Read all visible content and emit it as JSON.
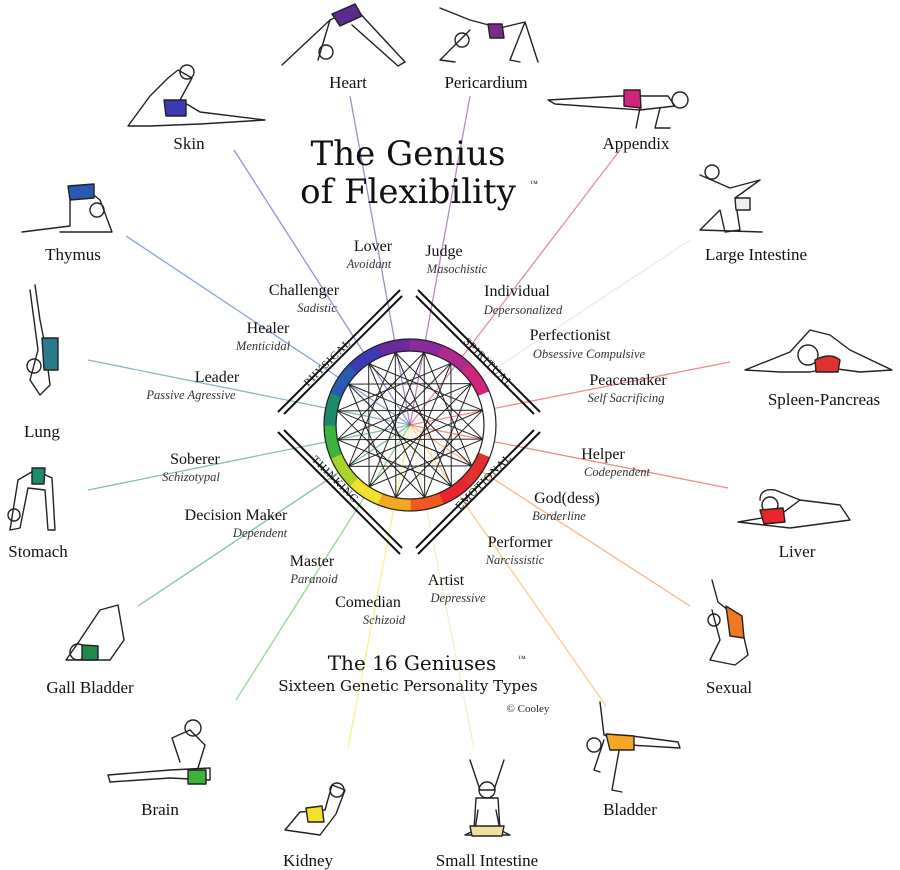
{
  "title": {
    "line1": "The Genius",
    "line2": "of Flexibility",
    "tm": "™"
  },
  "subtitle": {
    "line1": "The 16 Geniuses",
    "tm": "™",
    "line2": "Sixteen Genetic Personality Types",
    "copyright": "© Cooley"
  },
  "quadrants": {
    "physical": "PHYSICAL",
    "spiritual": "SPIRITUAL",
    "thinking": "THINKING",
    "emotional": "EMOTIONAL"
  },
  "organs": [
    {
      "label": "Heart",
      "color": "#5b2a8c"
    },
    {
      "label": "Pericardium",
      "color": "#7a2b8c"
    },
    {
      "label": "Appendix",
      "color": "#d4237a"
    },
    {
      "label": "Large Intestine",
      "color": "#e8e8e8"
    },
    {
      "label": "Spleen-Pancreas",
      "color": "#e03030"
    },
    {
      "label": "Liver",
      "color": "#e8242c"
    },
    {
      "label": "Sexual",
      "color": "#f07a22"
    },
    {
      "label": "Bladder",
      "color": "#f5a623"
    },
    {
      "label": "Small Intestine",
      "color": "#f0e0a0"
    },
    {
      "label": "Kidney",
      "color": "#f2e22a"
    },
    {
      "label": "Brain",
      "color": "#3cb43c"
    },
    {
      "label": "Gall Bladder",
      "color": "#1f8a4a"
    },
    {
      "label": "Stomach",
      "color": "#1f8a6a"
    },
    {
      "label": "Lung",
      "color": "#2a7a8c"
    },
    {
      "label": "Thymus",
      "color": "#2a5ab4"
    },
    {
      "label": "Skin",
      "color": "#3a3ab4"
    }
  ],
  "geniuses": [
    {
      "name": "Lover",
      "shadow": "Avoidant"
    },
    {
      "name": "Judge",
      "shadow": "Masochistic"
    },
    {
      "name": "Individual",
      "shadow": "Depersonalized"
    },
    {
      "name": "Perfectionist",
      "shadow": "Obsessive Compulsive"
    },
    {
      "name": "Peacemaker",
      "shadow": "Self Sacrificing"
    },
    {
      "name": "Helper",
      "shadow": "Codependent"
    },
    {
      "name": "God(dess)",
      "shadow": "Borderline"
    },
    {
      "name": "Performer",
      "shadow": "Narcissistic"
    },
    {
      "name": "Artist",
      "shadow": "Depressive"
    },
    {
      "name": "Comedian",
      "shadow": "Schizoid"
    },
    {
      "name": "Master",
      "shadow": "Paranoid"
    },
    {
      "name": "Decision Maker",
      "shadow": "Dependent"
    },
    {
      "name": "Soberer",
      "shadow": "Schizotypal"
    },
    {
      "name": "Leader",
      "shadow": "Passive Agressive"
    },
    {
      "name": "Healer",
      "shadow": "Menticidal"
    },
    {
      "name": "Challenger",
      "shadow": "Sadistic"
    }
  ],
  "ring_colors": [
    "#6a2a9c",
    "#8a2a9c",
    "#b02a8c",
    "#d4237a",
    "#ffffff",
    "#ffffff",
    "#e03030",
    "#e8242c",
    "#f05a22",
    "#f5a623",
    "#f2e22a",
    "#a8d42a",
    "#3cb43c",
    "#1f8a6a",
    "#2a5ab4",
    "#3a3ab4"
  ]
}
